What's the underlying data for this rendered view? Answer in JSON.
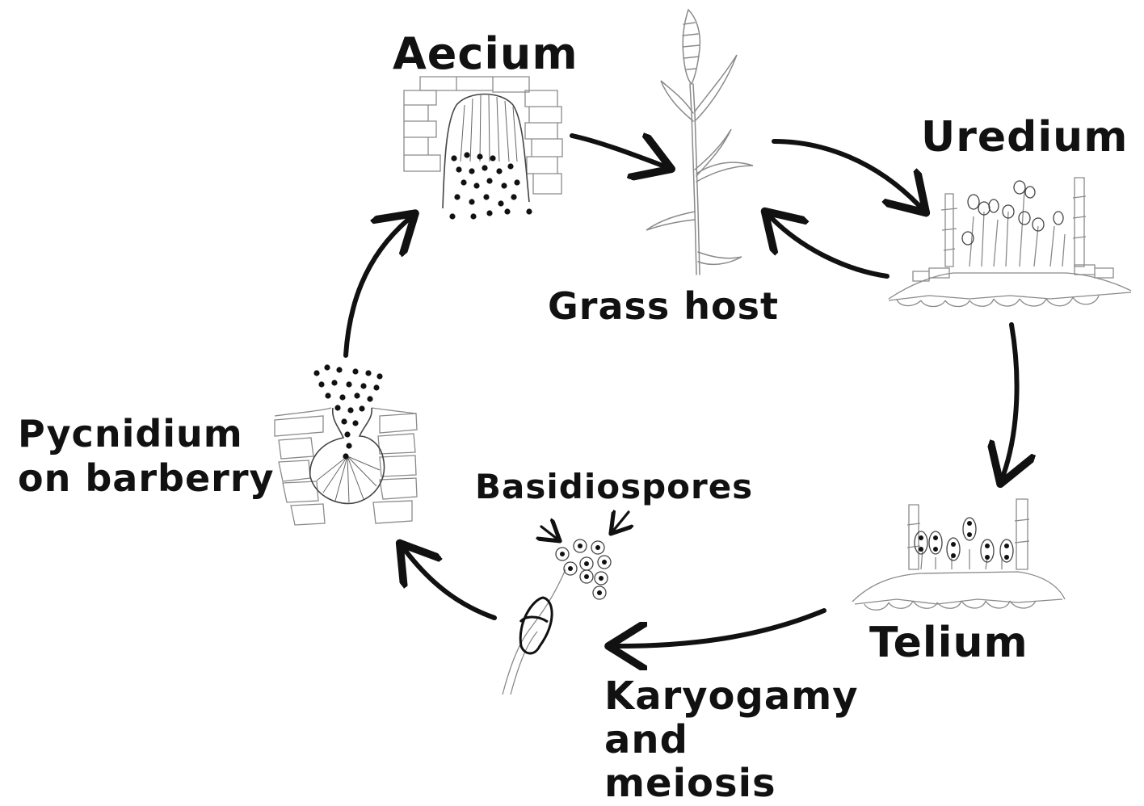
{
  "diagram": {
    "stages": {
      "aecium": "Aecium",
      "grass_host": "Grass host",
      "uredium": "Uredium",
      "telium": "Telium",
      "karyogamy": "Karyogamy and meiosis",
      "basidiospores": "Basidiospores",
      "pycnidium": "Pycnidium on barberry"
    },
    "colors": {
      "ink": "#111111",
      "sketch": "#8a8a8a",
      "paper": "#ffffff"
    }
  }
}
